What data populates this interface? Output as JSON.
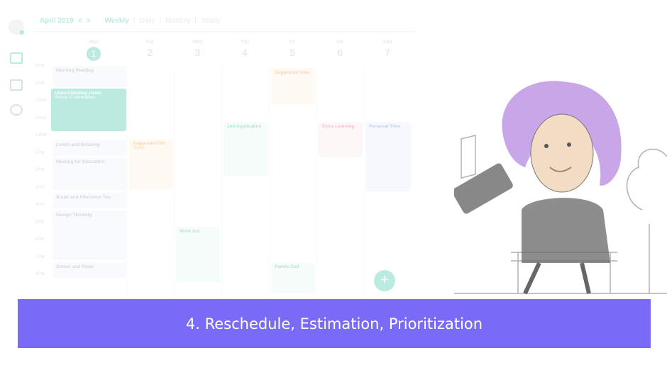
{
  "header": {
    "month": "April 2019",
    "prev": "<",
    "next": ">",
    "views": [
      "Weekly",
      "Daily",
      "Monthly",
      "Yearly"
    ],
    "separator": "|"
  },
  "days": [
    {
      "name": "Mon",
      "num": "1"
    },
    {
      "name": "Tue",
      "num": "2"
    },
    {
      "name": "Wed",
      "num": "3"
    },
    {
      "name": "Thu",
      "num": "4"
    },
    {
      "name": "Fri",
      "num": "5"
    },
    {
      "name": "Sat",
      "num": "6"
    },
    {
      "name": "Sun",
      "num": "7"
    }
  ],
  "times": [
    "8AM",
    "9AM",
    "10AM",
    "11AM",
    "12PM",
    "1PM",
    "2PM",
    "3PM",
    "4PM",
    "5PM",
    "6PM",
    "7PM",
    "8PM"
  ],
  "events": {
    "morning_reading": "Morning Reading",
    "understanding_users": "Understanding Users",
    "understanding_sub": "School of Information",
    "lunch": "Lunch and Relaxing",
    "meeting": "Meeting for Education",
    "break": "Break and Afternoon Tea",
    "design": "Design Thinking",
    "dinner": "Dinner and Relax",
    "suggested_fill": "Suggested Fill",
    "suggested_fill_sub": "Studio",
    "suggested_view": "Suggested View",
    "job_application": "Job Application",
    "extra_learning": "Extra Learning",
    "personal_time": "Personal Time",
    "work_out": "Work out",
    "family_call": "Family Call"
  },
  "fab": "+",
  "banner": {
    "caption": "4. Reschedule, Estimation, Prioritization",
    "bg": "#7a6bf7"
  },
  "colors": {
    "accent": "#2ec4a0"
  }
}
